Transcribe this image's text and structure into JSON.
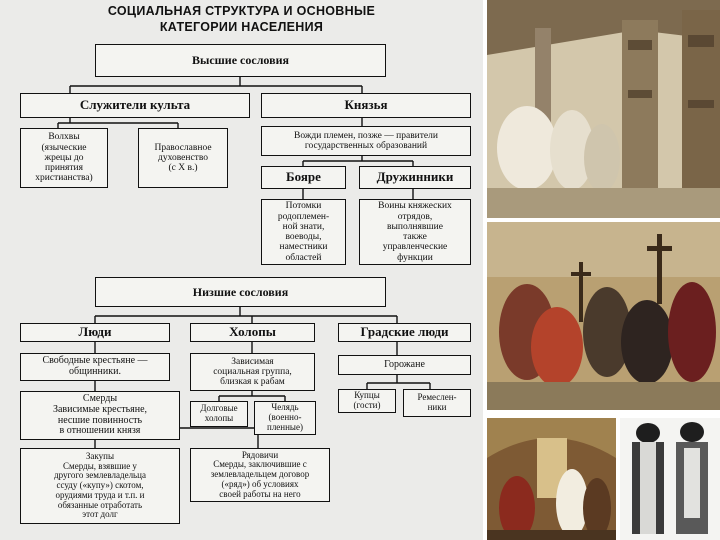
{
  "diagram": {
    "title_line1": "СОЦИАЛЬНАЯ СТРУКТУРА И ОСНОВНЫЕ",
    "title_line2": "КАТЕГОРИИ НАСЕЛЕНИЯ",
    "upper": {
      "header": "Высшие сословия",
      "clergy": "Служители культа",
      "princes": "Князья",
      "volkhvy": "Волхвы\n(языческие\nжрецы до\nпринятия\nхристианства)",
      "orthodox": "Православное\nдуховенство\n(с X в.)",
      "leaders": "Вожди племен, позже — правители\nгосударственных образований",
      "boyars": "Бояре",
      "druzhinniki": "Дружинники",
      "boyars_desc": "Потомки\nродоплемен-\nной знати,\nвоеводы,\nнаместники\nобластей",
      "druzh_desc": "Воины княжеских\nотрядов,\nвыполнявшие\nтакже\nуправленческие\nфункции"
    },
    "lower": {
      "header": "Низшие сословия",
      "people": "Люди",
      "kholopy": "Холопы",
      "townspeople": "Градские люди",
      "free_peasants": "Свободные крестьяне —\nобщинники.",
      "smerdy": "Смерды\nЗависимые крестьяне,\nнесшие повинность\nв отношении князя",
      "dependent": "Зависимая\nсоциальная группа,\nблизкая к рабам",
      "debt_kholopy": "Долговые\nхолопы",
      "chelyad": "Челядь\n(военно-\nпленные)",
      "gorozhane": "Горожане",
      "kuptsy": "Купцы\n(гости)",
      "remeslenniki": "Ремеслен-\nники",
      "zakupy": "Закупы\nСмерды, взявшие у\nдругого землевладельца\nссуду («купу») скотом,\nорудиями труда и т.п. и\nобязанные отработать\nэтот долг",
      "ryadovichi": "Рядовичи\nСмерды, заключившие с\nземлевладельцем договор\n(«ряд») об условиях\nсвоей работы на него"
    }
  }
}
